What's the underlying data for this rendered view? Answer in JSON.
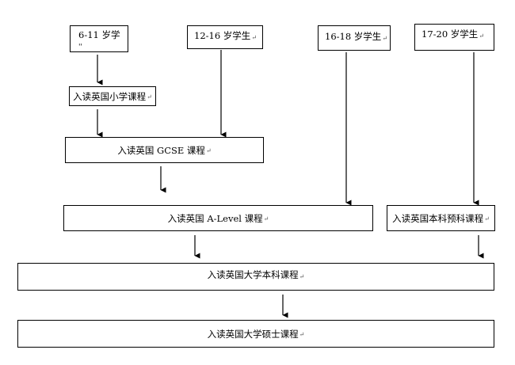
{
  "paragraph_mark": "↵",
  "age_groups": {
    "g1": {
      "label": "6-11  岁学",
      "label_trail": "''"
    },
    "g2": {
      "label": "12-16 岁学生"
    },
    "g3": {
      "label": "16-18 岁学生"
    },
    "g4": {
      "label": "17-20 岁学生"
    }
  },
  "courses": {
    "primary": "入读英国小学课程",
    "gcse": "入读英国 GCSE 课程",
    "alevel": "入读英国 A-Level  课程",
    "foundation": "入读英国本科预科课程",
    "undergrad": "入读英国大学本科课程",
    "master": "入读英国大学硕士课程"
  }
}
